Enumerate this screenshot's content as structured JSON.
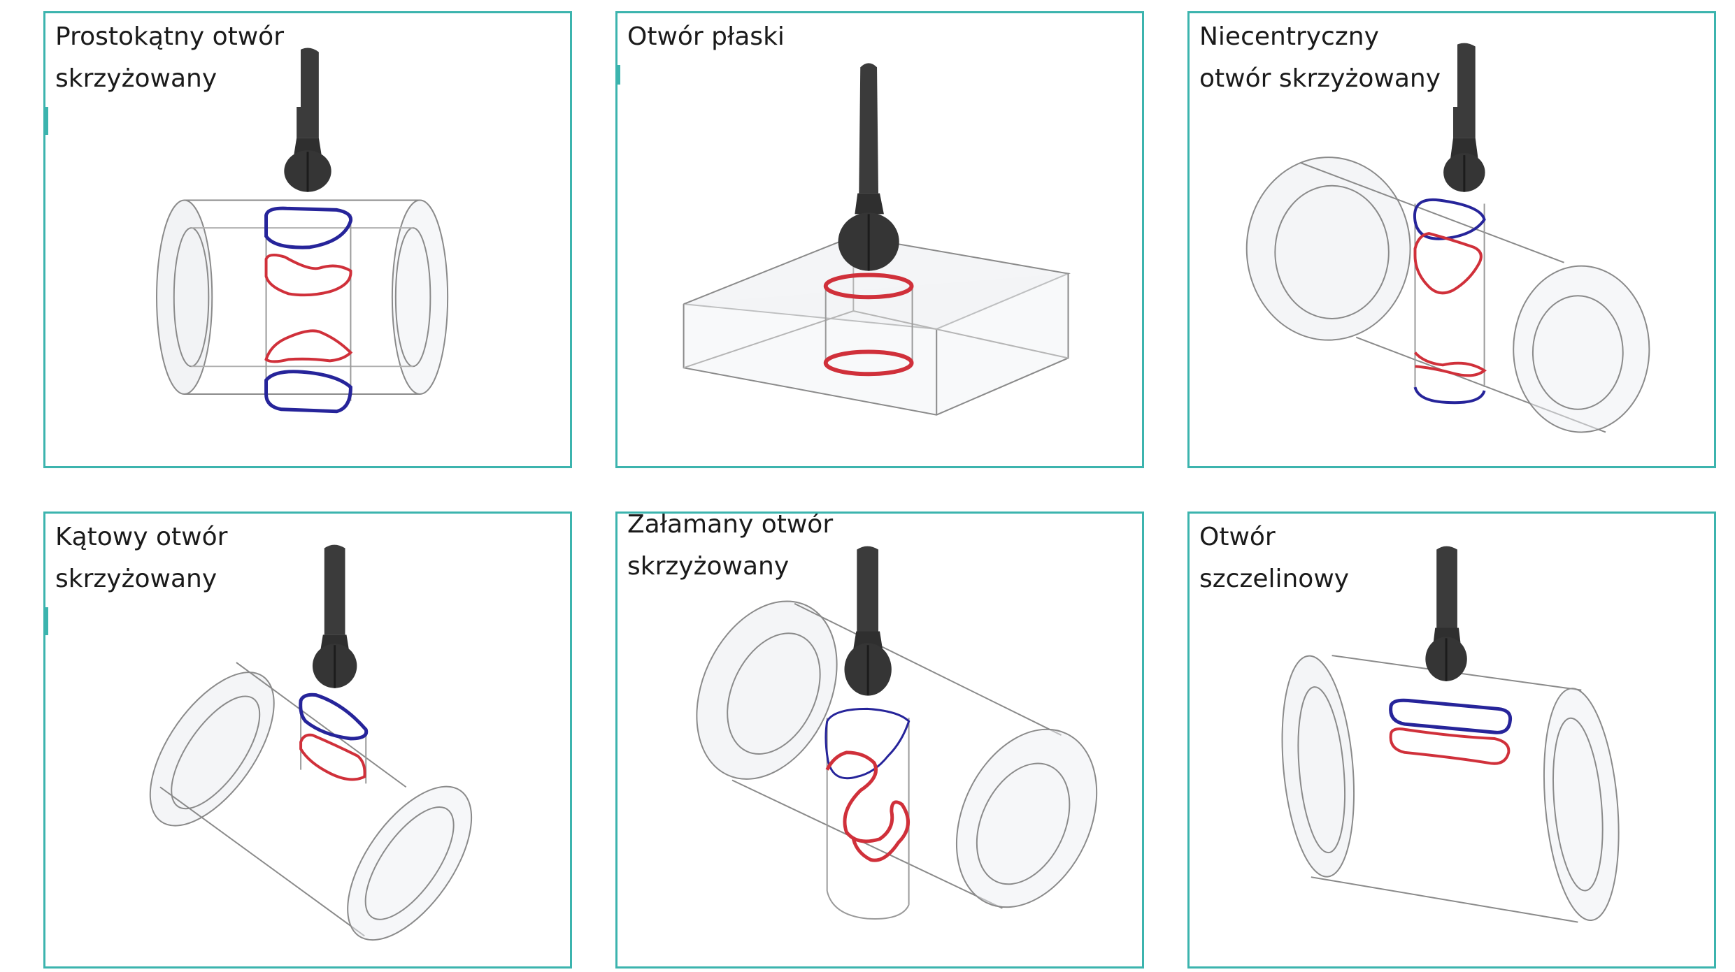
{
  "colors": {
    "border": "#3cb4ae",
    "tool": "#3b3b3b",
    "body_edge": "#7f7f7f",
    "curve_red": "#d0303a",
    "curve_blue": "#26249a"
  },
  "panels": [
    {
      "id": "rect-cross",
      "label": [
        "Prostokątny otwór",
        "skrzyżowany"
      ]
    },
    {
      "id": "flat",
      "label": [
        "Otwór płaski"
      ]
    },
    {
      "id": "offcenter",
      "label": [
        "Niecentryczny",
        "otwór skrzyżowany"
      ]
    },
    {
      "id": "angled",
      "label": [
        "Kątowy otwór",
        "skrzyżowany"
      ]
    },
    {
      "id": "kinked",
      "label": [
        "Załamany otwór",
        "skrzyżowany"
      ]
    },
    {
      "id": "slot",
      "label": [
        "Otwór",
        "szczelinowy"
      ]
    }
  ]
}
